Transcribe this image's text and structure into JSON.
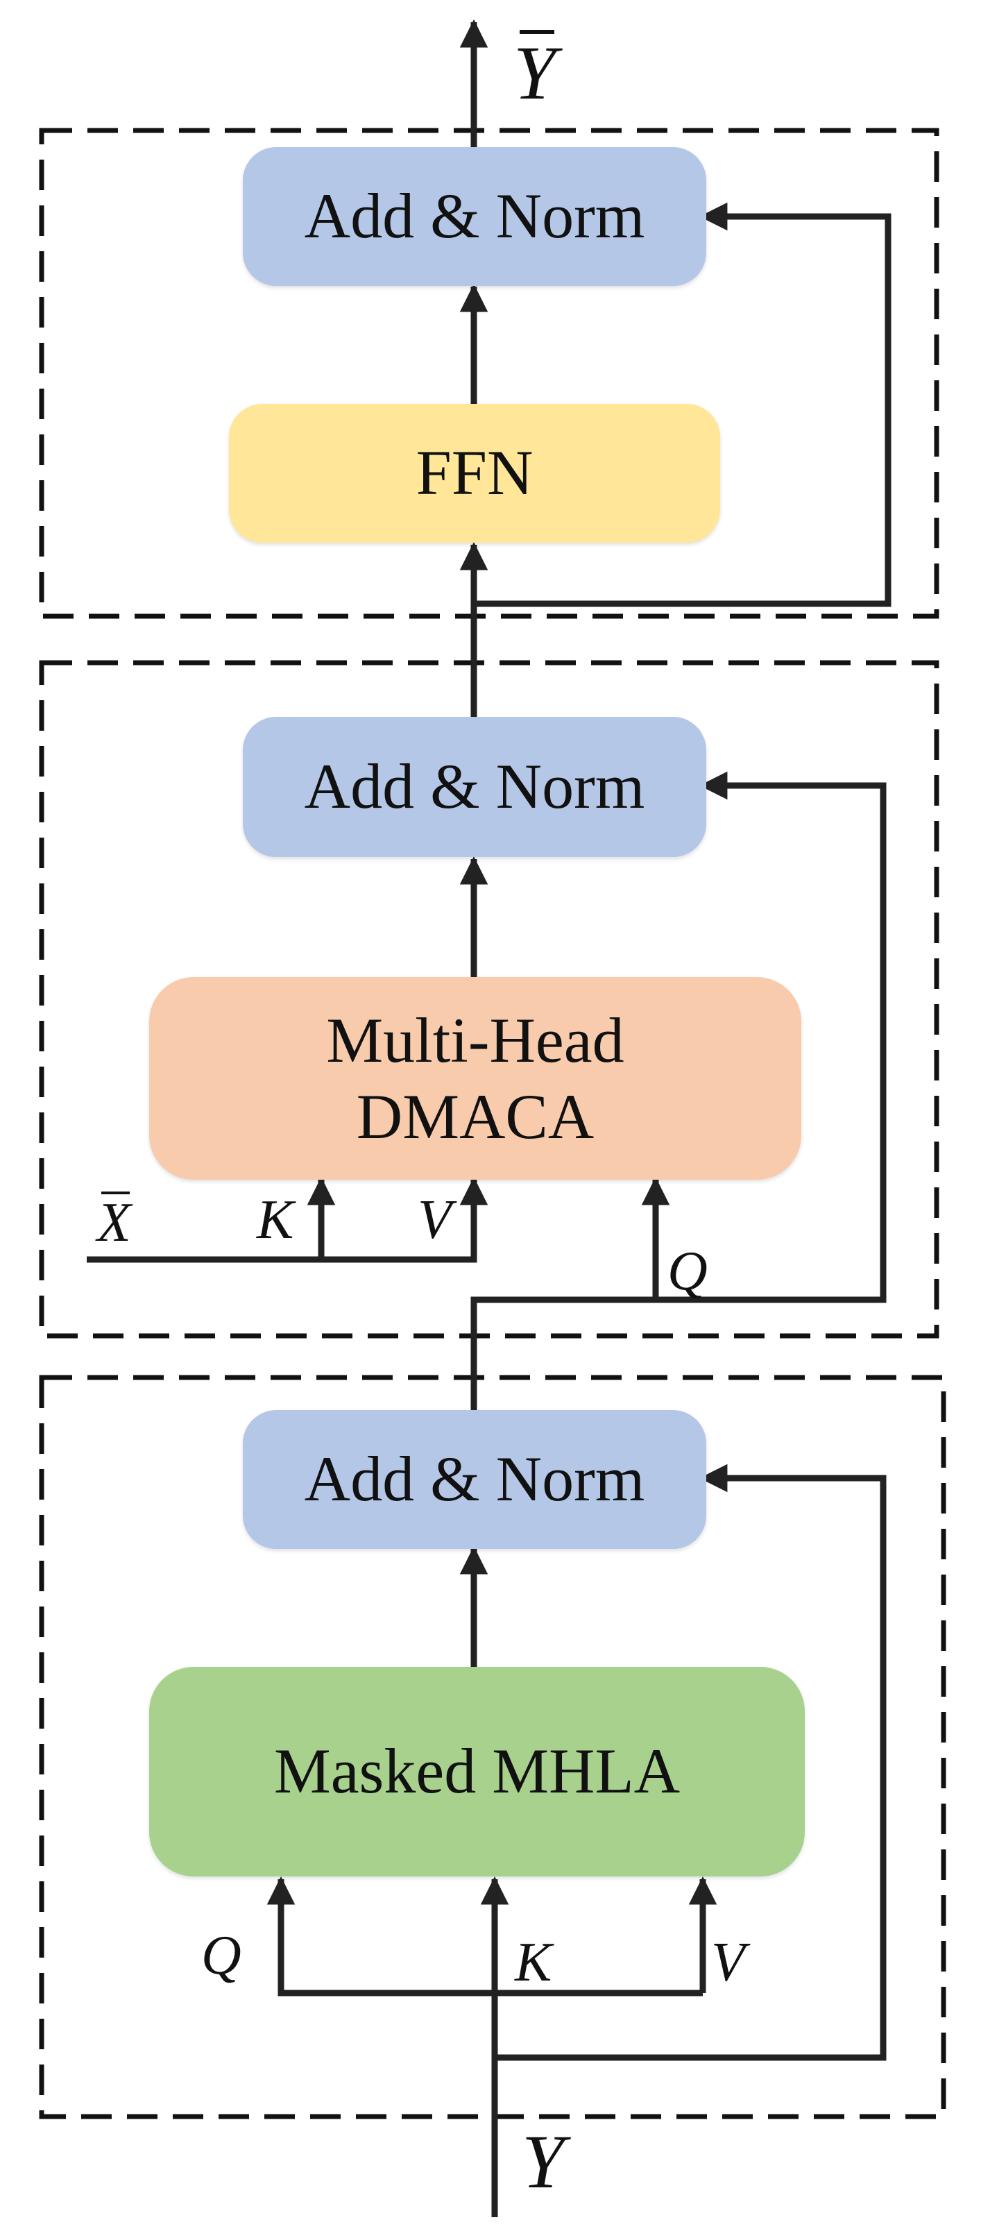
{
  "blocks": {
    "top": {
      "add_norm": "Add & Norm",
      "ffn": "FFN",
      "output": "Y"
    },
    "middle": {
      "add_norm": "Add & Norm",
      "attention_line1": "Multi-Head",
      "attention_line2": "DMACA",
      "encoder_input": "X",
      "k": "K",
      "v": "V",
      "q": "Q"
    },
    "bottom": {
      "add_norm": "Add & Norm",
      "attention": "Masked MHLA",
      "q": "Q",
      "k": "K",
      "v": "V",
      "input": "Y"
    }
  },
  "colors": {
    "add_norm": "#b4c7e7",
    "ffn": "#ffe699",
    "dmaca": "#f8cbad",
    "mhla": "#a9d18e",
    "line": "#222222"
  }
}
